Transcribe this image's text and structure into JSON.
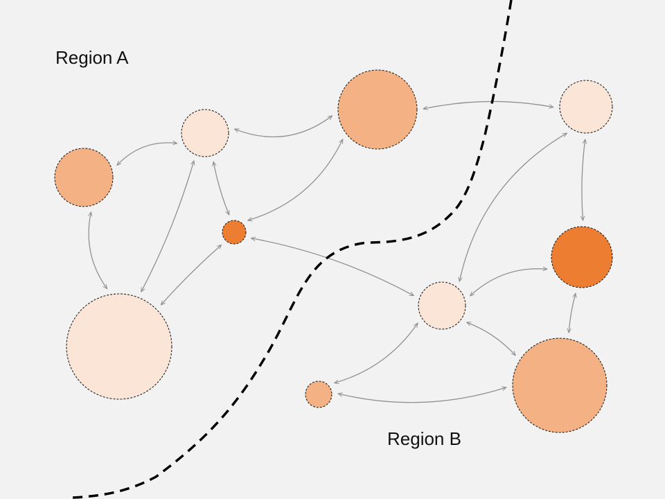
{
  "regions": [
    {
      "id": "a",
      "label": "Region A"
    },
    {
      "id": "b",
      "label": "Region B"
    }
  ],
  "colors": {
    "background": "#f2f2f2",
    "light": "#fbe5d6",
    "medium": "#f4b183",
    "dark": "#ed7d31",
    "edge": "#909090",
    "node_border": "#222222",
    "boundary": "#000000"
  },
  "nodes": [
    {
      "id": "a1",
      "shade": "light",
      "region": "a"
    },
    {
      "id": "a2",
      "shade": "medium",
      "region": "a"
    },
    {
      "id": "a3",
      "shade": "medium",
      "region": "a"
    },
    {
      "id": "a4",
      "shade": "dark",
      "region": "a"
    },
    {
      "id": "a5",
      "shade": "light",
      "region": "a"
    },
    {
      "id": "b1",
      "shade": "light",
      "region": "b"
    },
    {
      "id": "b2",
      "shade": "dark",
      "region": "b"
    },
    {
      "id": "b3",
      "shade": "light",
      "region": "b"
    },
    {
      "id": "b4",
      "shade": "medium",
      "region": "b"
    },
    {
      "id": "b5",
      "shade": "medium",
      "region": "b"
    }
  ],
  "edges": [
    {
      "from": "a1",
      "to": "a2",
      "direction": "both"
    },
    {
      "from": "a1",
      "to": "a3",
      "direction": "both"
    },
    {
      "from": "a1",
      "to": "a4",
      "direction": "both"
    },
    {
      "from": "a1",
      "to": "a5",
      "direction": "both"
    },
    {
      "from": "a2",
      "to": "a4",
      "direction": "both"
    },
    {
      "from": "a2",
      "to": "b1",
      "direction": "both"
    },
    {
      "from": "a3",
      "to": "a5",
      "direction": "both"
    },
    {
      "from": "a4",
      "to": "a5",
      "direction": "both"
    },
    {
      "from": "a4",
      "to": "b3",
      "direction": "both"
    },
    {
      "from": "b1",
      "to": "b3",
      "direction": "both"
    },
    {
      "from": "b1",
      "to": "b2",
      "direction": "both"
    },
    {
      "from": "b2",
      "to": "b3",
      "direction": "both"
    },
    {
      "from": "b2",
      "to": "b4",
      "direction": "both"
    },
    {
      "from": "b3",
      "to": "b4",
      "direction": "both"
    },
    {
      "from": "b3",
      "to": "b5",
      "direction": "both"
    },
    {
      "from": "b5",
      "to": "b4",
      "direction": "both"
    }
  ]
}
